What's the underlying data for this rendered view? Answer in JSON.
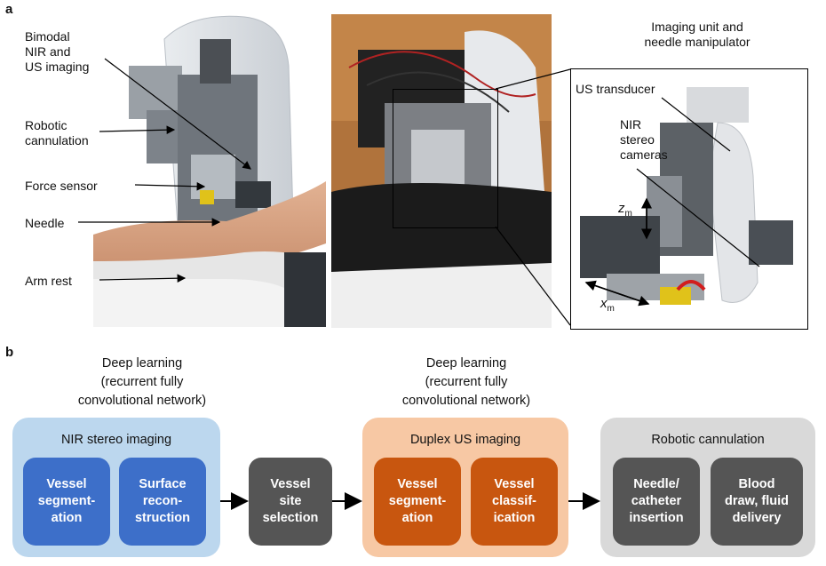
{
  "panel_a": {
    "letter": "a",
    "left_labels": {
      "bimodal": "Bimodal\nNIR and\nUS imaging",
      "robotic": "Robotic\ncannulation",
      "force": "Force sensor",
      "needle": "Needle",
      "armrest": "Arm rest"
    },
    "inset_title": "Imaging unit and\nneedle manipulator",
    "inset_labels": {
      "us": "US transducer",
      "nir": "NIR\nstereo\ncameras",
      "zm": "z",
      "zm_sub": "m",
      "xm": "x",
      "xm_sub": "m"
    }
  },
  "panel_b": {
    "letter": "b",
    "deep_learning_1": "Deep learning\n(recurrent fully\nconvolutional network)",
    "deep_learning_2": "Deep learning\n(recurrent fully\nconvolutional network)",
    "groups": {
      "nir": {
        "title": "NIR stereo imaging",
        "box1": "Vessel\nsegment-\nation",
        "box2": "Surface\nrecon-\nstruction"
      },
      "site": {
        "box": "Vessel\nsite\nselection"
      },
      "duplex": {
        "title": "Duplex US imaging",
        "box1": "Vessel\nsegment-\nation",
        "box2": "Vessel\nclassif-\nication"
      },
      "robotic": {
        "title": "Robotic cannulation",
        "box1": "Needle/\ncatheter\ninsertion",
        "box2": "Blood\ndraw, fluid\ndelivery"
      }
    },
    "colors": {
      "nir_bg": "#bcd7ee",
      "blue": "#3d6fc9",
      "duplex_bg": "#f7c8a4",
      "orange": "#c8560f",
      "robotic_bg": "#d9d9d9",
      "grey": "#555555"
    }
  }
}
